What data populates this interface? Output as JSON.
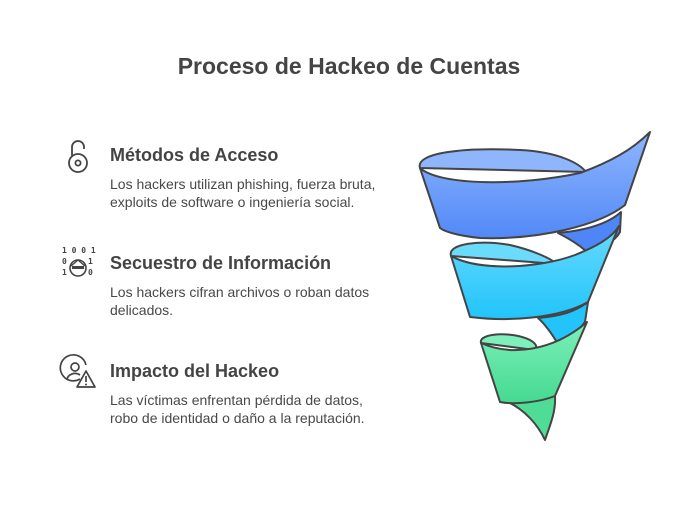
{
  "title": "Proceso de Hackeo de Cuentas",
  "items": [
    {
      "icon": "open-lock-icon",
      "heading": "Métodos de Acceso",
      "line1": "Los hackers utilizan phishing, fuerza bruta,",
      "line2": "exploits de software o ingeniería social."
    },
    {
      "icon": "binary-hacker-icon",
      "heading": "Secuestro de Información",
      "line1": "Los hackers cifran archivos o roban datos",
      "line2": "delicados."
    },
    {
      "icon": "user-warning-icon",
      "heading": "Impacto del Hackeo",
      "line1": "Las víctimas enfrentan pérdida de datos,",
      "line2": "robo de identidad o daño a la reputación."
    }
  ],
  "colors": {
    "band1": "#6f9bfb",
    "band2": "#44d0fb",
    "band3": "#5fe6a6",
    "stroke": "#444444"
  },
  "binary_digits": [
    "1 0 0 1",
    "0",
    "1",
    "1",
    "0"
  ]
}
